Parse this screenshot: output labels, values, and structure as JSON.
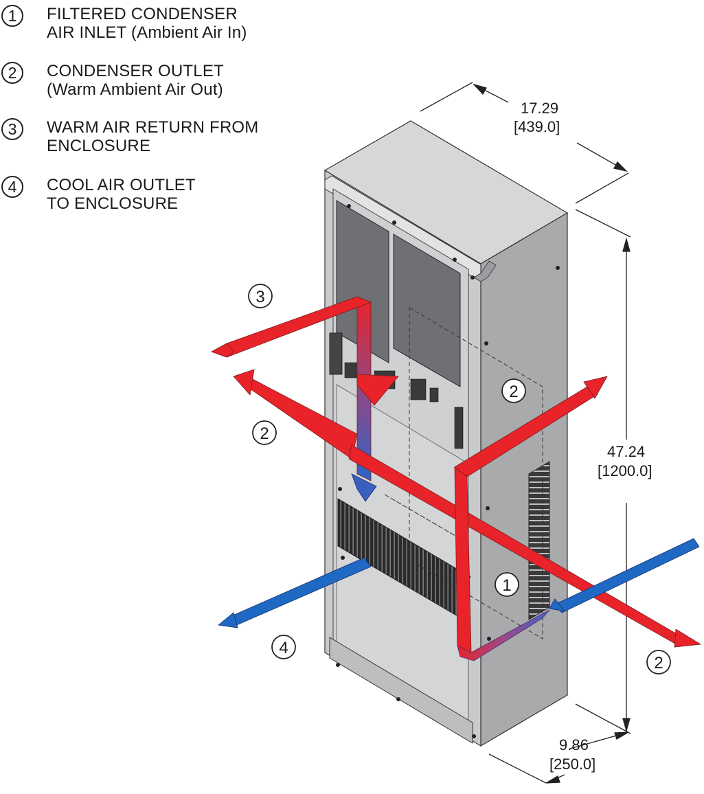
{
  "legend": [
    {
      "number": "1",
      "lines": [
        "FILTERED CONDENSER",
        "AIR INLET (Ambient Air In)"
      ]
    },
    {
      "number": "2",
      "lines": [
        "CONDENSER OUTLET",
        "(Warm Ambient Air Out)"
      ]
    },
    {
      "number": "3",
      "lines": [
        "WARM AIR RETURN FROM",
        "ENCLOSURE"
      ]
    },
    {
      "number": "4",
      "lines": [
        "COOL AIR OUTLET",
        "TO ENCLOSURE"
      ]
    }
  ],
  "dimensions": {
    "width": {
      "imperial": "17.29",
      "metric": "[439.0]"
    },
    "height": {
      "imperial": "47.24",
      "metric": "[1200.0]"
    },
    "depth": {
      "imperial": "9.86",
      "metric": "[250.0]"
    }
  },
  "callouts": {
    "return_left": "3",
    "outlet_left": "2",
    "outlet_side": "2",
    "inlet": "1",
    "cool_outlet": "4",
    "outlet_right": "2"
  },
  "colors": {
    "warm_air": "#e8232a",
    "cool_air": "#1f68c4",
    "cabinet_front": "#c9cacc",
    "cabinet_side": "#a9aaac",
    "cabinet_top": "#d6d7d9",
    "panel_dark": "#6f7073"
  }
}
